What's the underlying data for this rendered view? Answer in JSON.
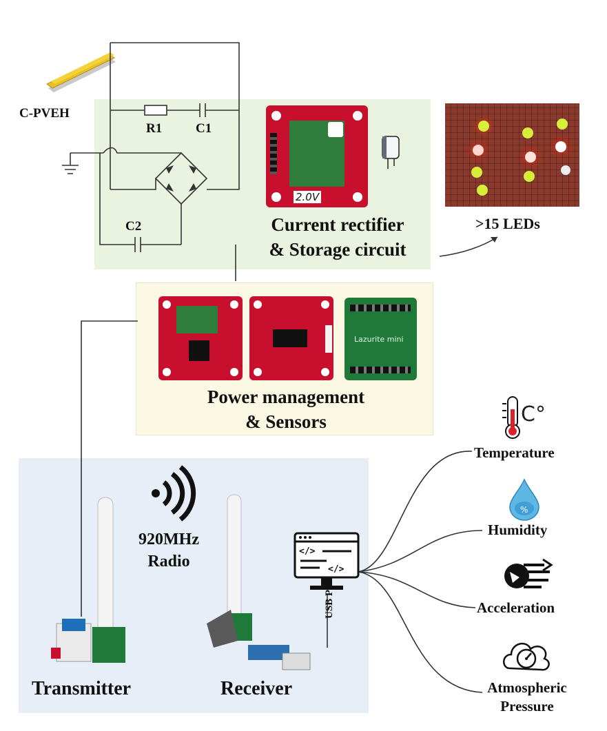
{
  "diagram": {
    "harvester_label": "C-PVEH",
    "resistor_label": "R1",
    "capacitor1_label": "C1",
    "capacitor2_label": "C2",
    "rectifier_board_marking": "2.0V",
    "rectifier_caption_line1": "Current rectifier",
    "rectifier_caption_line2": "& Storage circuit",
    "leds_caption": ">15 LEDs",
    "power_caption_line1": "Power management",
    "power_caption_line2": "& Sensors",
    "sensor_board_marking": "Lazurite mini",
    "radio_line1": "920MHz",
    "radio_line2": "Radio",
    "usb_label": "USB Port",
    "transmitter_label": "Transmitter",
    "receiver_label": "Receiver",
    "sensors": [
      {
        "label": "Temperature",
        "icon": "thermometer-icon"
      },
      {
        "label": "Humidity",
        "icon": "water-drop-icon"
      },
      {
        "label": "Acceleration",
        "icon": "acceleration-icon"
      },
      {
        "label": "Atmospheric Pressure",
        "icon": "pressure-gauge-icon"
      }
    ],
    "temperature_unit": "C°",
    "colors": {
      "green_panel": "#e9f3df",
      "yellow_panel": "#fbf8e3",
      "blue_panel": "#e7eef7",
      "pcb_red": "#c8102e",
      "pcb_green": "#1f7a3a"
    }
  }
}
